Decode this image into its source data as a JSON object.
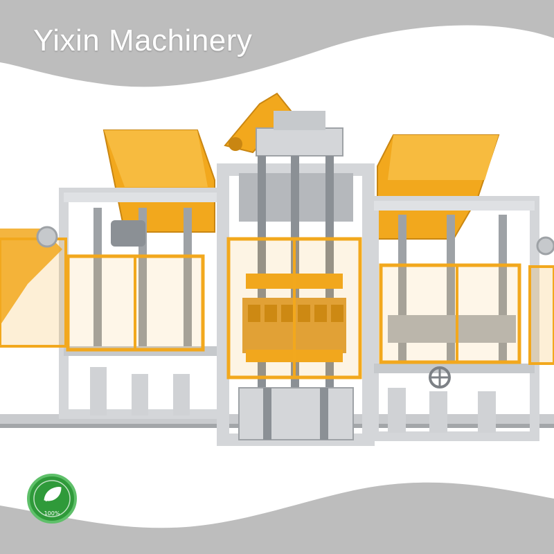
{
  "brand": {
    "name": "Yixin Machinery"
  },
  "badge": {
    "label": "100%",
    "icon": "leaf-icon"
  },
  "product": {
    "subject": "block-making-machine"
  },
  "colors": {
    "banner_gray": "#bdbdbd",
    "frame_gray": "#d4d6d9",
    "frame_shadow": "#9ea2a6",
    "accent_orange": "#f2a81d",
    "accent_orange_dark": "#c98612",
    "badge_green": "#2f9a3a",
    "background": "#ffffff"
  }
}
